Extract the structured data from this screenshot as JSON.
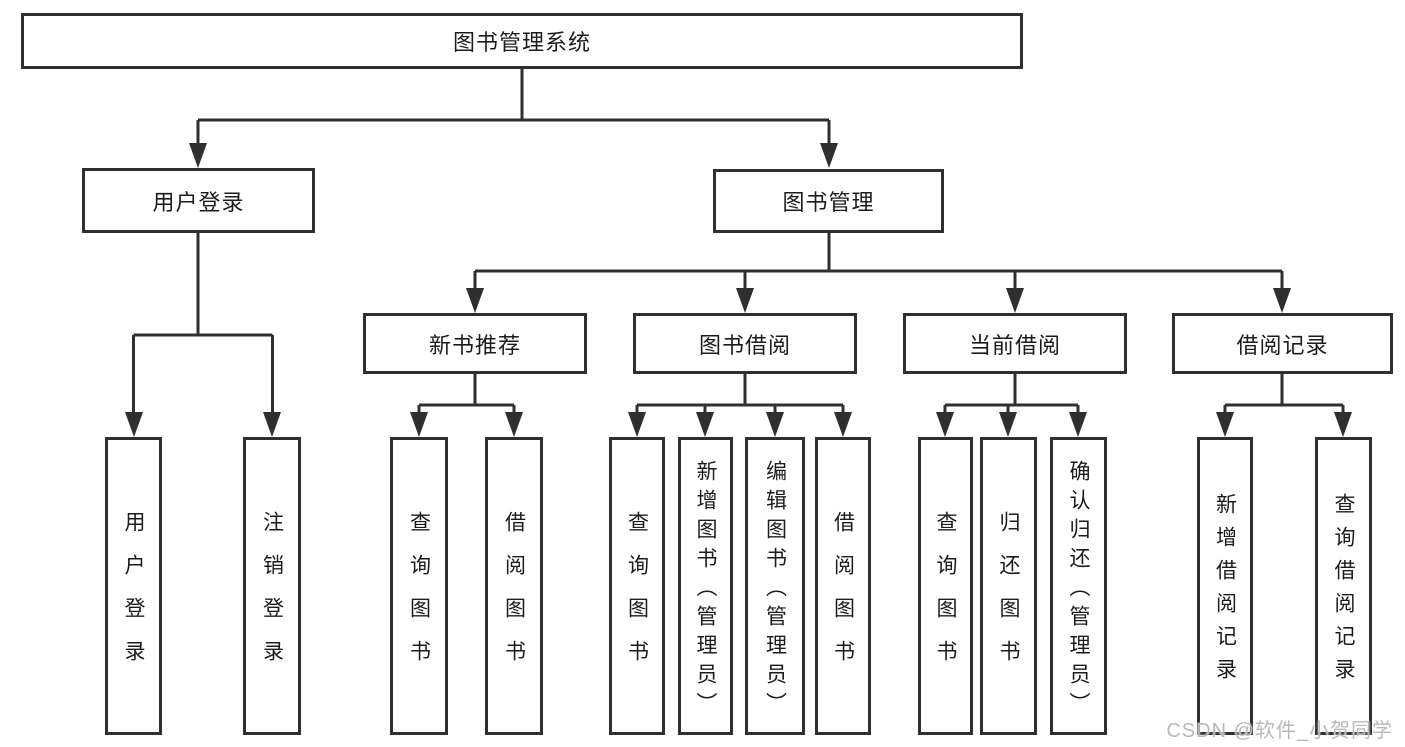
{
  "diagram": {
    "nodes": {
      "root": {
        "label": "图书管理系统"
      },
      "user_login": {
        "label": "用户登录",
        "children": [
          "用户登录",
          "注销登录"
        ]
      },
      "book_management": {
        "label": "图书管理"
      },
      "new_book_recommend": {
        "label": "新书推荐",
        "children": [
          "查询图书",
          "借阅图书"
        ]
      },
      "book_borrow": {
        "label": "图书借阅",
        "children": [
          "查询图书",
          "新增图书（管理员）",
          "编辑图书（管理员）",
          "借阅图书"
        ]
      },
      "current_borrow": {
        "label": "当前借阅",
        "children": [
          "查询图书",
          "归还图书",
          "确认归还（管理员）"
        ]
      },
      "borrow_records": {
        "label": "借阅记录",
        "children": [
          "新增借阅记录",
          "查询借阅记录"
        ]
      }
    },
    "colors": {
      "line": "#2f2f2f",
      "box_border": "#2f2f2f",
      "box_fill": "#ffffff",
      "text": "#1c1c1c",
      "background": "#ffffff"
    }
  },
  "watermark": {
    "text": "CSDN @软件_小贺同学",
    "color": "#b9b9b9"
  }
}
